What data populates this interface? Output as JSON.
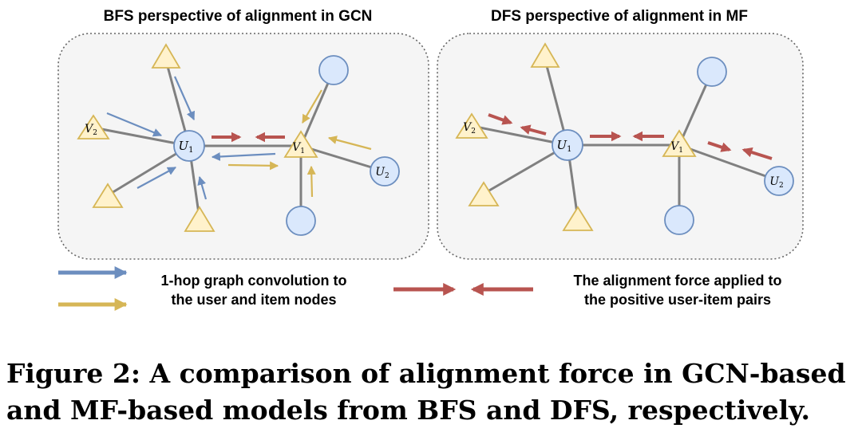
{
  "panels": [
    {
      "id": "gcn",
      "title": "BFS perspective of alignment in GCN"
    },
    {
      "id": "mf",
      "title": "DFS perspective of alignment in MF"
    }
  ],
  "node_labels": {
    "u1": {
      "base": "U",
      "sub": "1"
    },
    "v1": {
      "base": "V",
      "sub": "1"
    },
    "v2": {
      "base": "V",
      "sub": "2"
    },
    "u2": {
      "base": "U",
      "sub": "2"
    }
  },
  "legend": {
    "convolution_line1": "1-hop graph convolution to",
    "convolution_line2": "the user and item nodes",
    "alignment_line1": "The alignment force applied to",
    "alignment_line2": "the positive user-item pairs"
  },
  "colors": {
    "blue_arrow": "#6c8ebf",
    "yellow_arrow": "#d6b656",
    "red_arrow": "#b85450",
    "user_fill": "#dae8fc",
    "user_stroke": "#6c8ebf",
    "item_fill": "#fff2cc",
    "item_stroke": "#d6b656",
    "edge": "#808080",
    "panel_fill": "#f5f5f5"
  },
  "caption": "Figure 2: A comparison of alignment force in GCN-based and MF-based models from BFS and DFS, respectively."
}
